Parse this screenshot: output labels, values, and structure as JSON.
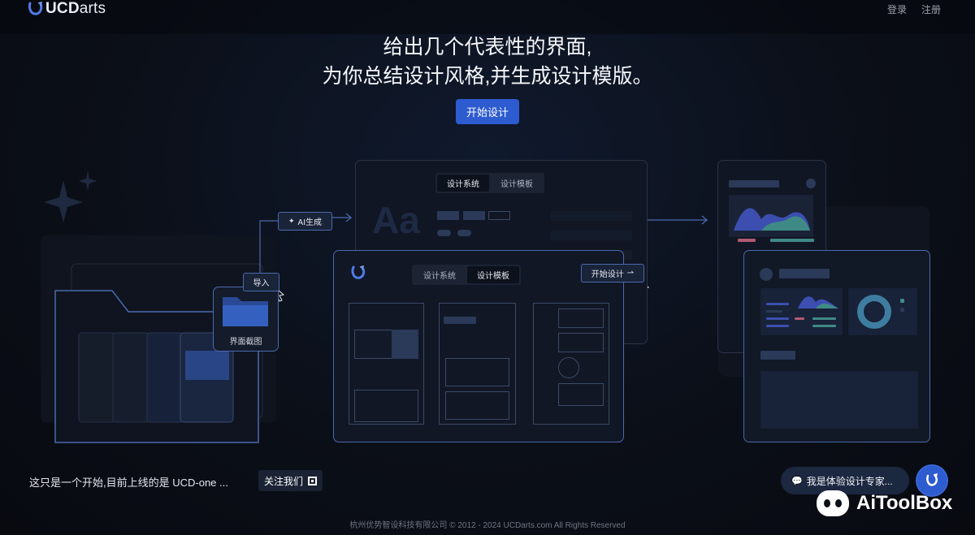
{
  "header": {
    "logo_text_bold": "UCD",
    "logo_text_light": "arts",
    "nav": {
      "login": "登录",
      "register": "注册"
    }
  },
  "hero": {
    "line1": "给出几个代表性的界面,",
    "line2": "为你总结设计风格,并生成设计模版。",
    "cta_label": "开始设计"
  },
  "illustration": {
    "ai_chip": "AI生成",
    "import_chip": "导入",
    "folder_caption": "界面截图",
    "back_tabs": [
      "设计系统",
      "设计模板"
    ],
    "front_tabs": [
      "设计系统",
      "设计模板"
    ],
    "front_cta": "开始设计",
    "type_sample": "Aa"
  },
  "footer": {
    "note": "这只是一个开始,目前上线的是 UCD-one ...",
    "follow_label": "关注我们",
    "chat_label": "我是体验设计专家...",
    "copyright": "杭州优势智设科技有限公司 © 2012 - 2024 UCDarts.com All Rights Reserved",
    "watermark": "AiToolBox"
  },
  "colors": {
    "accent": "#2d5bd0",
    "panel_border": "#4a6aad",
    "background": "#0b0f18"
  }
}
